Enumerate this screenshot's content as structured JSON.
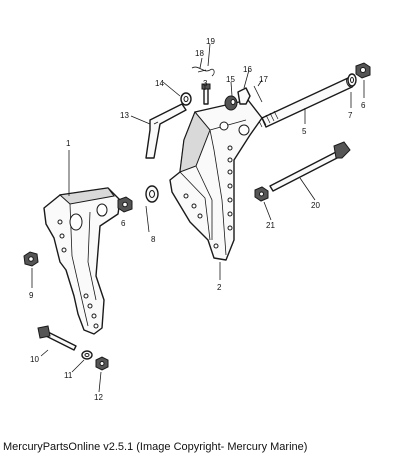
{
  "caption": "MercuryPartsOnline v2.5.1 (Image Copyright- Mercury Marine)",
  "callouts": {
    "c1": "1",
    "c2": "2",
    "c3": "3",
    "c5": "5",
    "c6a": "6",
    "c6b": "6",
    "c7": "7",
    "c8": "8",
    "c9": "9",
    "c10": "10",
    "c11": "11",
    "c12": "12",
    "c13": "13",
    "c14": "14",
    "c15": "15",
    "c16": "16",
    "c17": "17",
    "c18": "18",
    "c19": "19",
    "c20": "20",
    "c21": "21"
  }
}
